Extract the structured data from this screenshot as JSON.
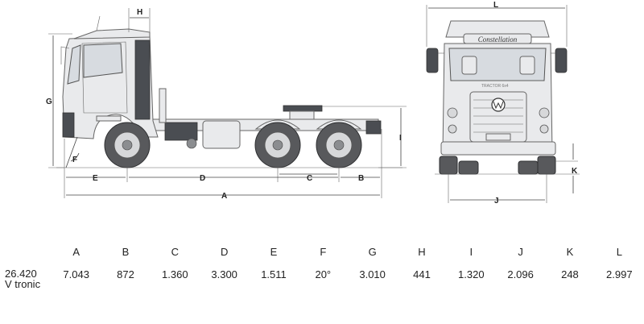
{
  "diagram": {
    "dimension_letters": [
      "A",
      "B",
      "C",
      "D",
      "E",
      "F",
      "G",
      "H",
      "I",
      "J",
      "K",
      "L"
    ],
    "brand_script": "Constellation",
    "cab_badge": "TRACTOR 6x4"
  },
  "spec_table": {
    "headers": [
      "A",
      "B",
      "C",
      "D",
      "E",
      "F",
      "G",
      "H",
      "I",
      "J",
      "K",
      "L"
    ],
    "model_line1": "26.420",
    "model_line2": "V tronic",
    "values": [
      "7.043",
      "872",
      "1.360",
      "3.300",
      "1.511",
      "20°",
      "3.010",
      "441",
      "1.320",
      "2.096",
      "248",
      "2.997"
    ]
  }
}
